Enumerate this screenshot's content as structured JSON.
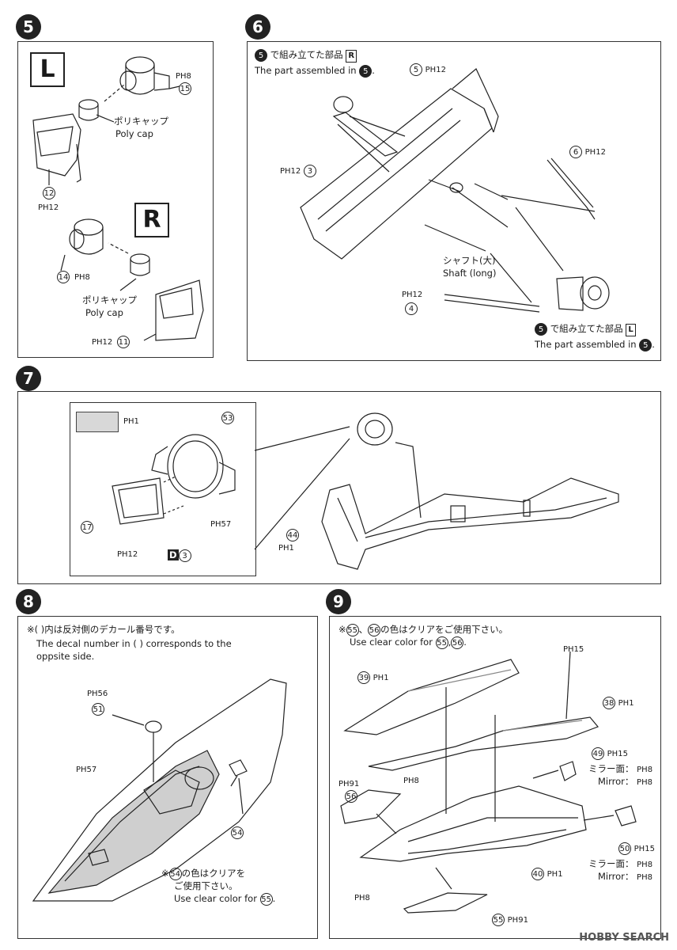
{
  "steps": {
    "s5": {
      "number": "5",
      "label_L": "L",
      "label_R": "R",
      "polycap_jp_1": "ポリキャップ",
      "polycap_en_1": "Poly cap",
      "polycap_jp_2": "ポリキャップ",
      "polycap_en_2": "Poly cap",
      "parts": {
        "p15": "15",
        "p15_ph": "PH8",
        "p12": "12",
        "p12_ph": "PH12",
        "p14": "14",
        "p14_ph": "PH8",
        "p11": "11",
        "p11_ph": "PH12"
      }
    },
    "s6": {
      "number": "6",
      "note_R_jp": "で組み立てた部品",
      "note_R_en": "The part assembled in",
      "note_R_tag": "R",
      "note_L_jp": "で組み立てた部品",
      "note_L_en": "The part assembled in",
      "note_L_tag": "L",
      "ref_step": "5",
      "shaft_jp": "シャフト(大)",
      "shaft_en": "Shaft (long)",
      "parts": {
        "p5": "5",
        "p5_ph": "PH12",
        "p3": "3",
        "p3_ph": "PH12",
        "p6": "6",
        "p6_ph": "PH12",
        "p4": "4",
        "p4_ph": "PH12"
      }
    },
    "s7": {
      "number": "7",
      "swatch_ph": "PH1",
      "parts": {
        "p53": "53",
        "p53_ph": "PH57",
        "p17": "17",
        "p17_ph": "PH12",
        "d3": "D",
        "d3_num": "3",
        "p44": "44",
        "p44_ph": "PH1"
      }
    },
    "s8": {
      "number": "8",
      "note_jp": "※(  )内は反対側のデカール番号です。",
      "note_en_1": "The decal number in ( ) corresponds to the",
      "note_en_2": "oppsite side.",
      "clear_jp_1": "※",
      "clear_jp_num": "54",
      "clear_jp_2": "の色はクリアを",
      "clear_jp_3": "ご使用下さい。",
      "clear_en": "Use clear color for",
      "clear_en_num": "55",
      "parts": {
        "p51": "51",
        "p51_ph": "PH56",
        "p57_ph": "PH57",
        "p54": "54"
      }
    },
    "s9": {
      "number": "9",
      "note_jp_pre": "※",
      "note_num_a": "55",
      "note_num_b": "56",
      "note_jp_post": "の色はクリアをご使用下さい。",
      "note_en": "Use clear color for",
      "mirror_jp_1": "ミラー面：",
      "mirror_en_1": "Mirror：",
      "mirror_jp_2": "ミラー面：",
      "mirror_en_2": "Mirror：",
      "parts": {
        "p39": "39",
        "p39_ph": "PH1",
        "p38": "38",
        "p38_ph": "PH1",
        "p15_ph": "PH15",
        "p49": "49",
        "p49_ph": "PH15",
        "p8_ph": "PH8",
        "p56": "56",
        "p56_ph": "PH91",
        "p50": "50",
        "p50_ph": "PH15",
        "p40": "40",
        "p40_ph": "PH1",
        "p55": "55",
        "p55_ph": "PH91"
      }
    }
  },
  "watermark": "HOBBY SEARCH"
}
